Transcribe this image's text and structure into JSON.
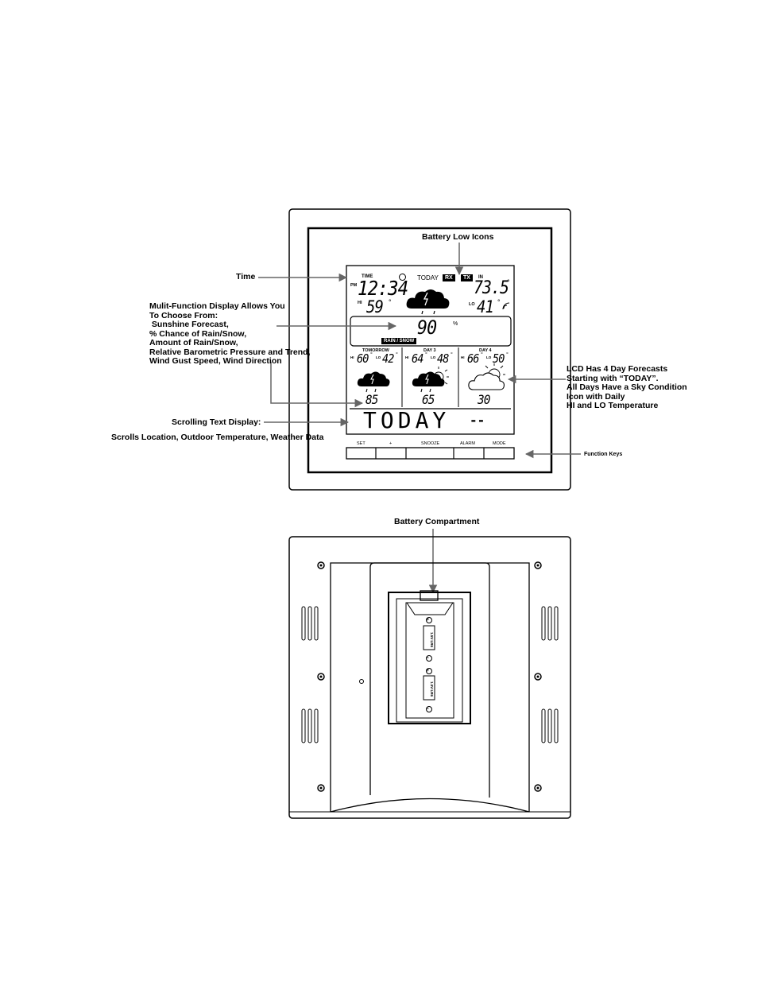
{
  "callouts": {
    "battery_low": "Battery Low Icons",
    "time": "Time",
    "multi_function": [
      "Mulit-Function Display Allows You",
      "To Choose From:",
      " Sunshine Forecast,",
      "% Chance of Rain/Snow,",
      "Amount of Rain/Snow,",
      "Relative Barometric Pressure and Trend,",
      "Wind Gust Speed, Wind Direction"
    ],
    "lcd_forecasts": [
      "LCD Has 4 Day Forecasts",
      "Starting with “TODAY”.",
      "All Days Have a Sky Condition",
      "Icon with Daily",
      "HI and LO Temperature"
    ],
    "scrolling_title": "Scrolling Text Display:",
    "scrolling_desc": "Scrolls Location, Outdoor Temperature, Weather Data",
    "function_keys": "Function Keys",
    "battery_compartment": "Battery Compartment"
  },
  "lcd": {
    "time_label": "TIME",
    "pm": "PM",
    "time": "12:34",
    "today": "TODAY",
    "rx": "RX",
    "tx": "TX",
    "in": "IN",
    "indoor_temp": "73.5",
    "degree": "°",
    "hi": "HI",
    "lo": "LO",
    "today_hi": "59",
    "outdoor_lo": "41",
    "percent_value": "90",
    "percent_sign": "%",
    "rain_snow": "RAIN / SNOW",
    "forecasts": [
      {
        "label": "TOMORROW",
        "hi": "60",
        "lo": "42",
        "bottom": "85"
      },
      {
        "label": "DAY 3",
        "hi": "64",
        "lo": "48",
        "bottom": "65"
      },
      {
        "label": "DAY 4",
        "hi": "66",
        "lo": "50",
        "bottom": "30"
      }
    ],
    "scroll_text": "TODAY",
    "scroll_dashes": "--"
  },
  "keys": [
    "SET",
    "+",
    "SNOOZE",
    "ALARM",
    "MODE"
  ],
  "battery": {
    "label": "1.5V LR6",
    "plus": "+",
    "minus": "-"
  }
}
